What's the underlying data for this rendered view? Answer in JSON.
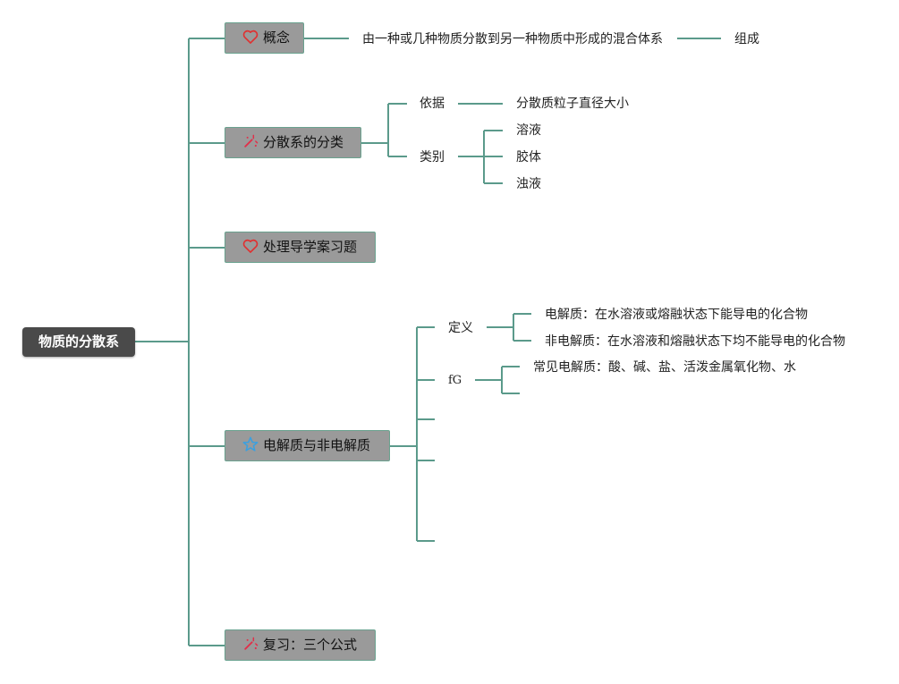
{
  "root": {
    "label": "物质的分散系"
  },
  "branches": [
    {
      "label": "概念",
      "icon": "heart-icon",
      "children": [
        {
          "label": "由一种或几种物质分散到另一种物质中形成的混合体系",
          "children": [
            {
              "label": "组成"
            }
          ]
        }
      ]
    },
    {
      "label": "分散系的分类",
      "icon": "sparkle-wand-icon",
      "children": [
        {
          "label": "依据",
          "children": [
            {
              "label": "分散质粒子直径大小"
            }
          ]
        },
        {
          "label": "类别",
          "children": [
            {
              "label": "溶液"
            },
            {
              "label": "胶体"
            },
            {
              "label": "浊液"
            }
          ]
        }
      ]
    },
    {
      "label": "处理导学案习题",
      "icon": "heart-icon",
      "children": []
    },
    {
      "label": "电解质与非电解质",
      "icon": "star-icon",
      "children": [
        {
          "label": "定义",
          "children": [
            {
              "label": "电解质：在水溶液或熔融状态下能导电的化合物"
            },
            {
              "label": "非电解质：在水溶液和熔融状态下均不能导电的化合物"
            }
          ]
        },
        {
          "label": "fG",
          "children": [
            {
              "label": "常见电解质：酸、碱、盐、活泼金属氧化物、水"
            },
            {
              "label": ""
            }
          ]
        },
        {
          "label": ""
        },
        {
          "label": ""
        },
        {
          "label": ""
        }
      ]
    },
    {
      "label": "复习：三个公式",
      "icon": "sparkle-wand-icon",
      "children": []
    }
  ],
  "colors": {
    "connector": "#5b9a8b",
    "branch_fill": "#9a9a9a",
    "branch_border": "#6aa28f",
    "root_fill": "#4a4a4a",
    "heart": "#e03030",
    "star": "#3aa0e0",
    "wand": "#e0304a"
  }
}
